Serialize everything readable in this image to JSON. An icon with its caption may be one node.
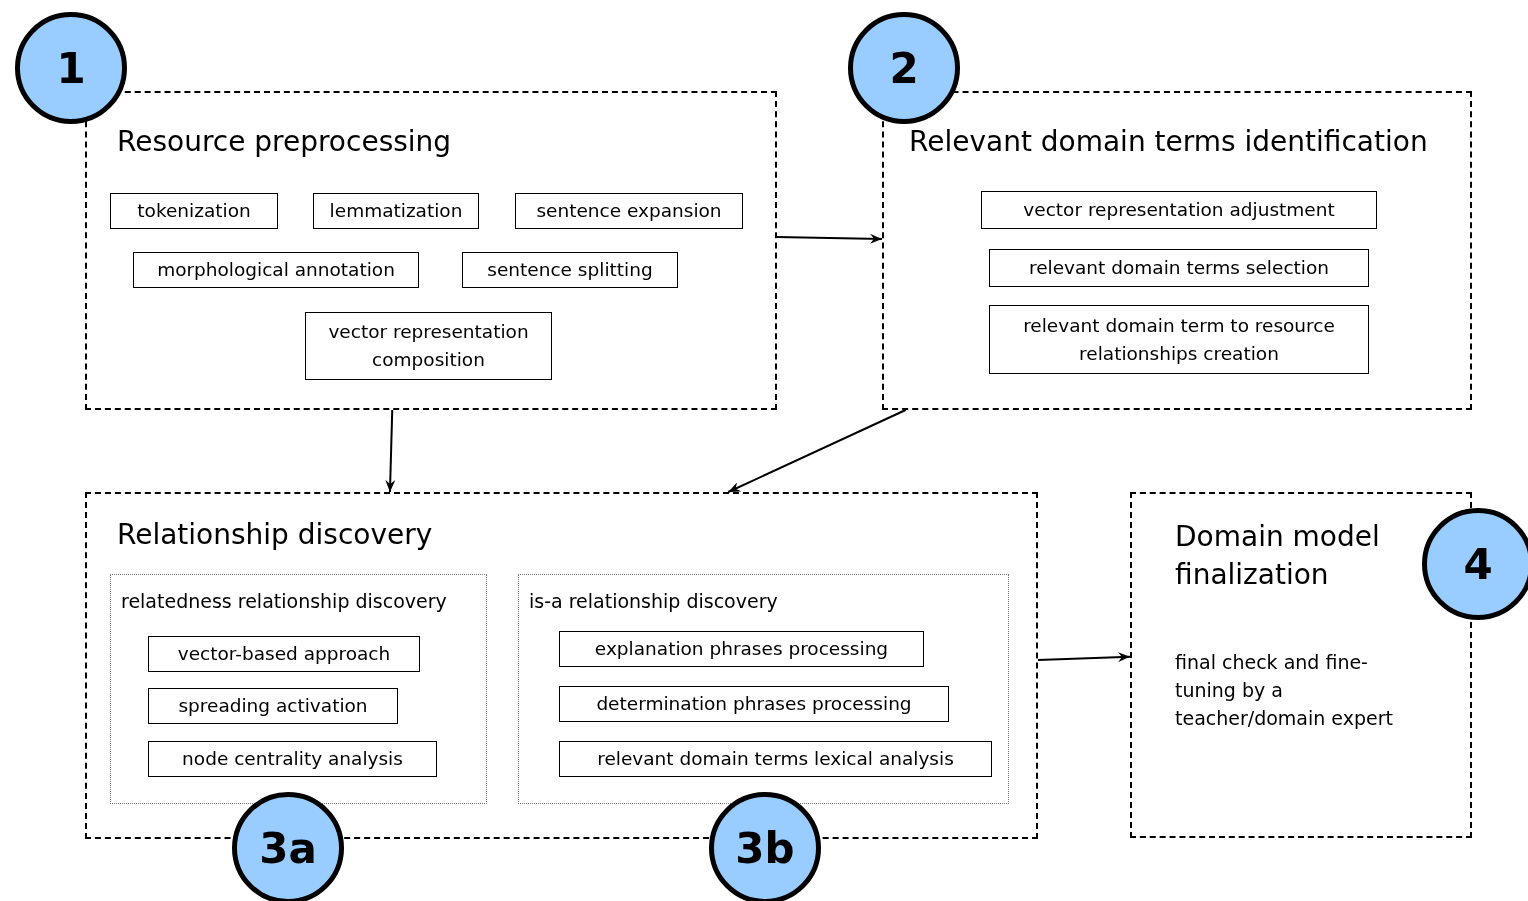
{
  "diagram": {
    "nodes": [
      {
        "text": [
          "Resource preprocessing"
        ]
      },
      {
        "text": [
          "tokenization"
        ],
        "in": 0
      },
      {
        "text": [
          "lemmatization"
        ],
        "in": 0
      },
      {
        "text": [
          "sentence expansion"
        ],
        "in": 0
      },
      {
        "text": [
          "morphological annotation"
        ],
        "in": 0
      },
      {
        "text": [
          "sentence splitting"
        ],
        "in": 0
      },
      {
        "text": [
          "vector representation composition"
        ],
        "in": 0
      },
      {
        "text": [
          "1"
        ]
      },
      {
        "text": [
          "Relevant domain terms identification"
        ]
      },
      {
        "text": [
          "vector representation adjustment"
        ],
        "in": 8
      },
      {
        "text": [
          "relevant domain terms selection"
        ],
        "in": 8
      },
      {
        "text": [
          "relevant domain term to resource relationships creation"
        ],
        "in": 8
      },
      {
        "text": [
          "2"
        ]
      },
      {
        "text": [
          "Relationship discovery"
        ]
      },
      {
        "text": [
          "relatedness relationship discovery"
        ],
        "in": 13
      },
      {
        "text": [
          "vector-based approach"
        ],
        "in": 14
      },
      {
        "text": [
          "spreading activation"
        ],
        "in": 14
      },
      {
        "text": [
          "node centrality analysis"
        ],
        "in": 14
      },
      {
        "text": [
          "is-a relationship discovery"
        ],
        "in": 13
      },
      {
        "text": [
          "explanation phrases processing"
        ],
        "in": 18
      },
      {
        "text": [
          "determination phrases processing"
        ],
        "in": 18
      },
      {
        "text": [
          "relevant domain terms lexical analysis"
        ],
        "in": 18
      },
      {
        "text": [
          "3a"
        ]
      },
      {
        "text": [
          "3b"
        ]
      },
      {
        "text": [
          "Domain model finalization",
          "final check and fine-tuning by a teacher/domain expert"
        ]
      },
      {
        "text": [
          "4"
        ]
      }
    ],
    "edges": [
      {
        "from": 0,
        "to": 8,
        "arrow": "to"
      },
      {
        "from": 0,
        "to": 13,
        "arrow": "to"
      },
      {
        "from": 8,
        "to": 13,
        "arrow": "to"
      },
      {
        "from": 13,
        "to": 24,
        "arrow": "to"
      }
    ]
  }
}
